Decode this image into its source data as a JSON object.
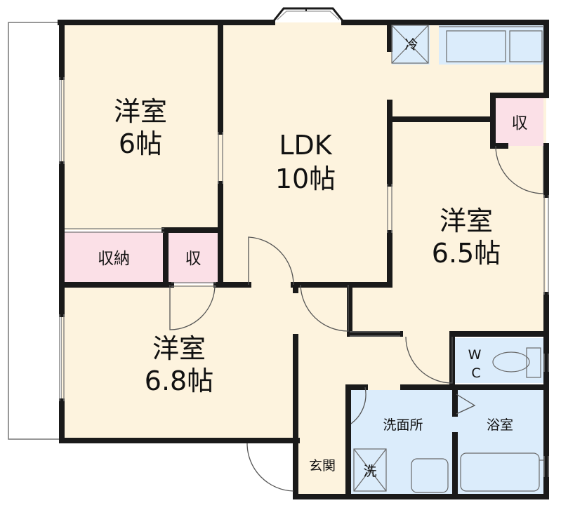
{
  "rooms": {
    "western_6": {
      "name": "洋室",
      "size": "6帖"
    },
    "ldk": {
      "name": "LDK",
      "size": "10帖"
    },
    "western_65": {
      "name": "洋室",
      "size": "6.5帖"
    },
    "western_68": {
      "name": "洋室",
      "size": "6.8帖"
    },
    "storage_large": {
      "label": "収納"
    },
    "storage_small": {
      "label": "収"
    },
    "storage_right": {
      "label": "収"
    },
    "toilet": {
      "label_w": "W",
      "label_c": "C"
    },
    "washroom": {
      "label": "洗面所"
    },
    "bathroom": {
      "label": "浴室"
    },
    "entrance": {
      "label": "玄関"
    },
    "fridge": {
      "label": "冷"
    },
    "washer": {
      "label": "洗"
    }
  },
  "colors": {
    "wall": "#1a1a1a",
    "floor": "#fdf3de",
    "storage": "#fbe0e7",
    "wet_area": "#dbecfb",
    "balcony": "#ffffff",
    "fixture_line": "#6a6a6a"
  }
}
